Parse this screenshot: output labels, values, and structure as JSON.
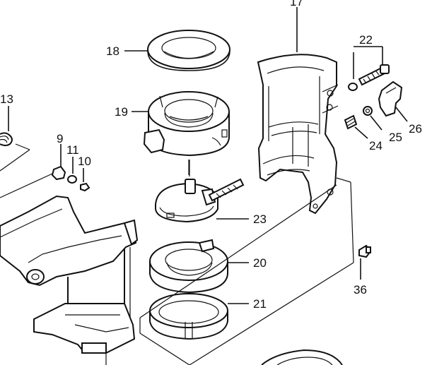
{
  "labels": {
    "p9": "9",
    "p10": "10",
    "p11": "11",
    "p13": "13",
    "p17": "17",
    "p18": "18",
    "p19": "19",
    "p20": "20",
    "p21": "21",
    "p22": "22",
    "p23": "23",
    "p24": "24",
    "p25": "25",
    "p26": "26",
    "p36": "36"
  }
}
